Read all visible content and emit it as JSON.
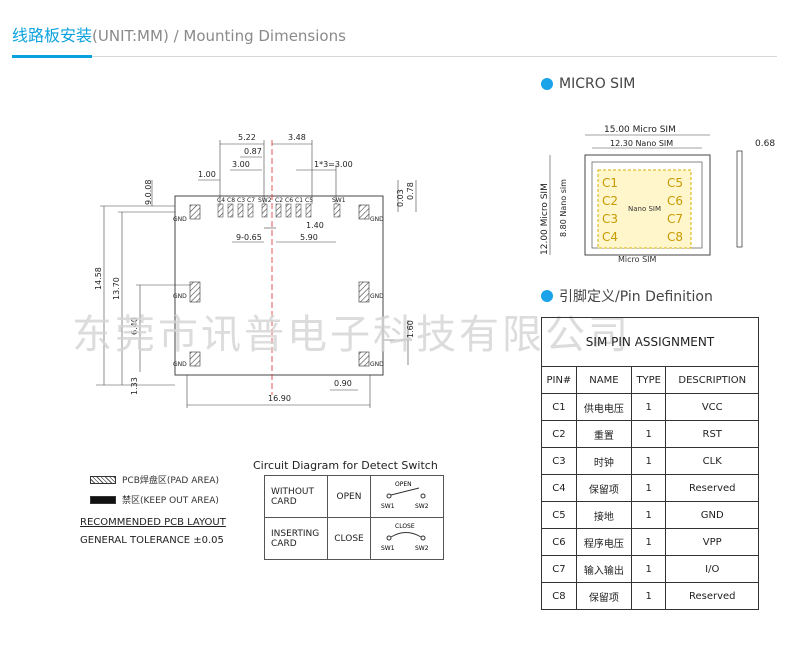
{
  "header": {
    "title_cn": "线路板安装",
    "title_en": "(UNIT:MM) / Mounting Dimensions"
  },
  "layout_dims": {
    "top1": "5.22",
    "top2": "3.48",
    "top3": "0.87",
    "top4": "3.00",
    "top5": "1*3=3.00",
    "top6": "1.00",
    "left1": "9.0.08",
    "right1": "0.78",
    "right2": "0.03",
    "pitch": "9-0.65",
    "d1": "1.40",
    "d2": "5.90",
    "height1": "14.58",
    "height2": "13.70",
    "height3": "6.40",
    "height4": "1.33",
    "right3": "1.60",
    "bottom1": "0.90",
    "width": "16.90"
  },
  "pad_labels": [
    "C4",
    "C8",
    "C3",
    "C7",
    "SW2",
    "C2",
    "C6",
    "C1",
    "C5",
    "SW1"
  ],
  "gnd": "GND",
  "legend": {
    "pad": "PCB焊盘区(PAD AREA)",
    "keepout": "禁区(KEEP OUT AREA)"
  },
  "recommended": "RECOMMENDED PCB LAYOUT",
  "tolerance": "GENERAL TOLERANCE ±0.05",
  "circuit": {
    "title": "Circuit Diagram for Detect Switch",
    "rows": [
      {
        "state": "WITHOUT CARD",
        "action": "OPEN",
        "switch_label": "OPEN"
      },
      {
        "state": "INSERTING CARD",
        "action": "CLOSE",
        "switch_label": "CLOSE"
      }
    ],
    "sw1": "SW1",
    "sw2": "SW2"
  },
  "micro_sim": {
    "title": "MICRO SIM",
    "width_label": "15.00 Micro SIM",
    "nano_width_label": "12.30 Nano SIM",
    "height_label": "12.00 Micro SIM",
    "nano_height_label": "8.80 Nano sim",
    "thickness": "0.68",
    "nano_text": "Nano SIM",
    "micro_text": "Micro SIM",
    "contacts": [
      "C1",
      "C5",
      "C2",
      "C6",
      "C3",
      "C7",
      "C4",
      "C8"
    ]
  },
  "pin_def": {
    "title": "引脚定义/Pin Definition",
    "table_title": "SIM PIN ASSIGNMENT",
    "headers": [
      "PIN#",
      "NAME",
      "TYPE",
      "DESCRIPTION"
    ],
    "rows": [
      [
        "C1",
        "供电电压",
        "1",
        "VCC"
      ],
      [
        "C2",
        "重置",
        "1",
        "RST"
      ],
      [
        "C3",
        "时钟",
        "1",
        "CLK"
      ],
      [
        "C4",
        "保留项",
        "1",
        "Reserved"
      ],
      [
        "C5",
        "接地",
        "1",
        "GND"
      ],
      [
        "C6",
        "程序电压",
        "1",
        "VPP"
      ],
      [
        "C7",
        "输入输出",
        "1",
        "I/O"
      ],
      [
        "C8",
        "保留项",
        "1",
        "Reserved"
      ]
    ]
  },
  "watermark": "东莞市讯普电子科技有限公司"
}
